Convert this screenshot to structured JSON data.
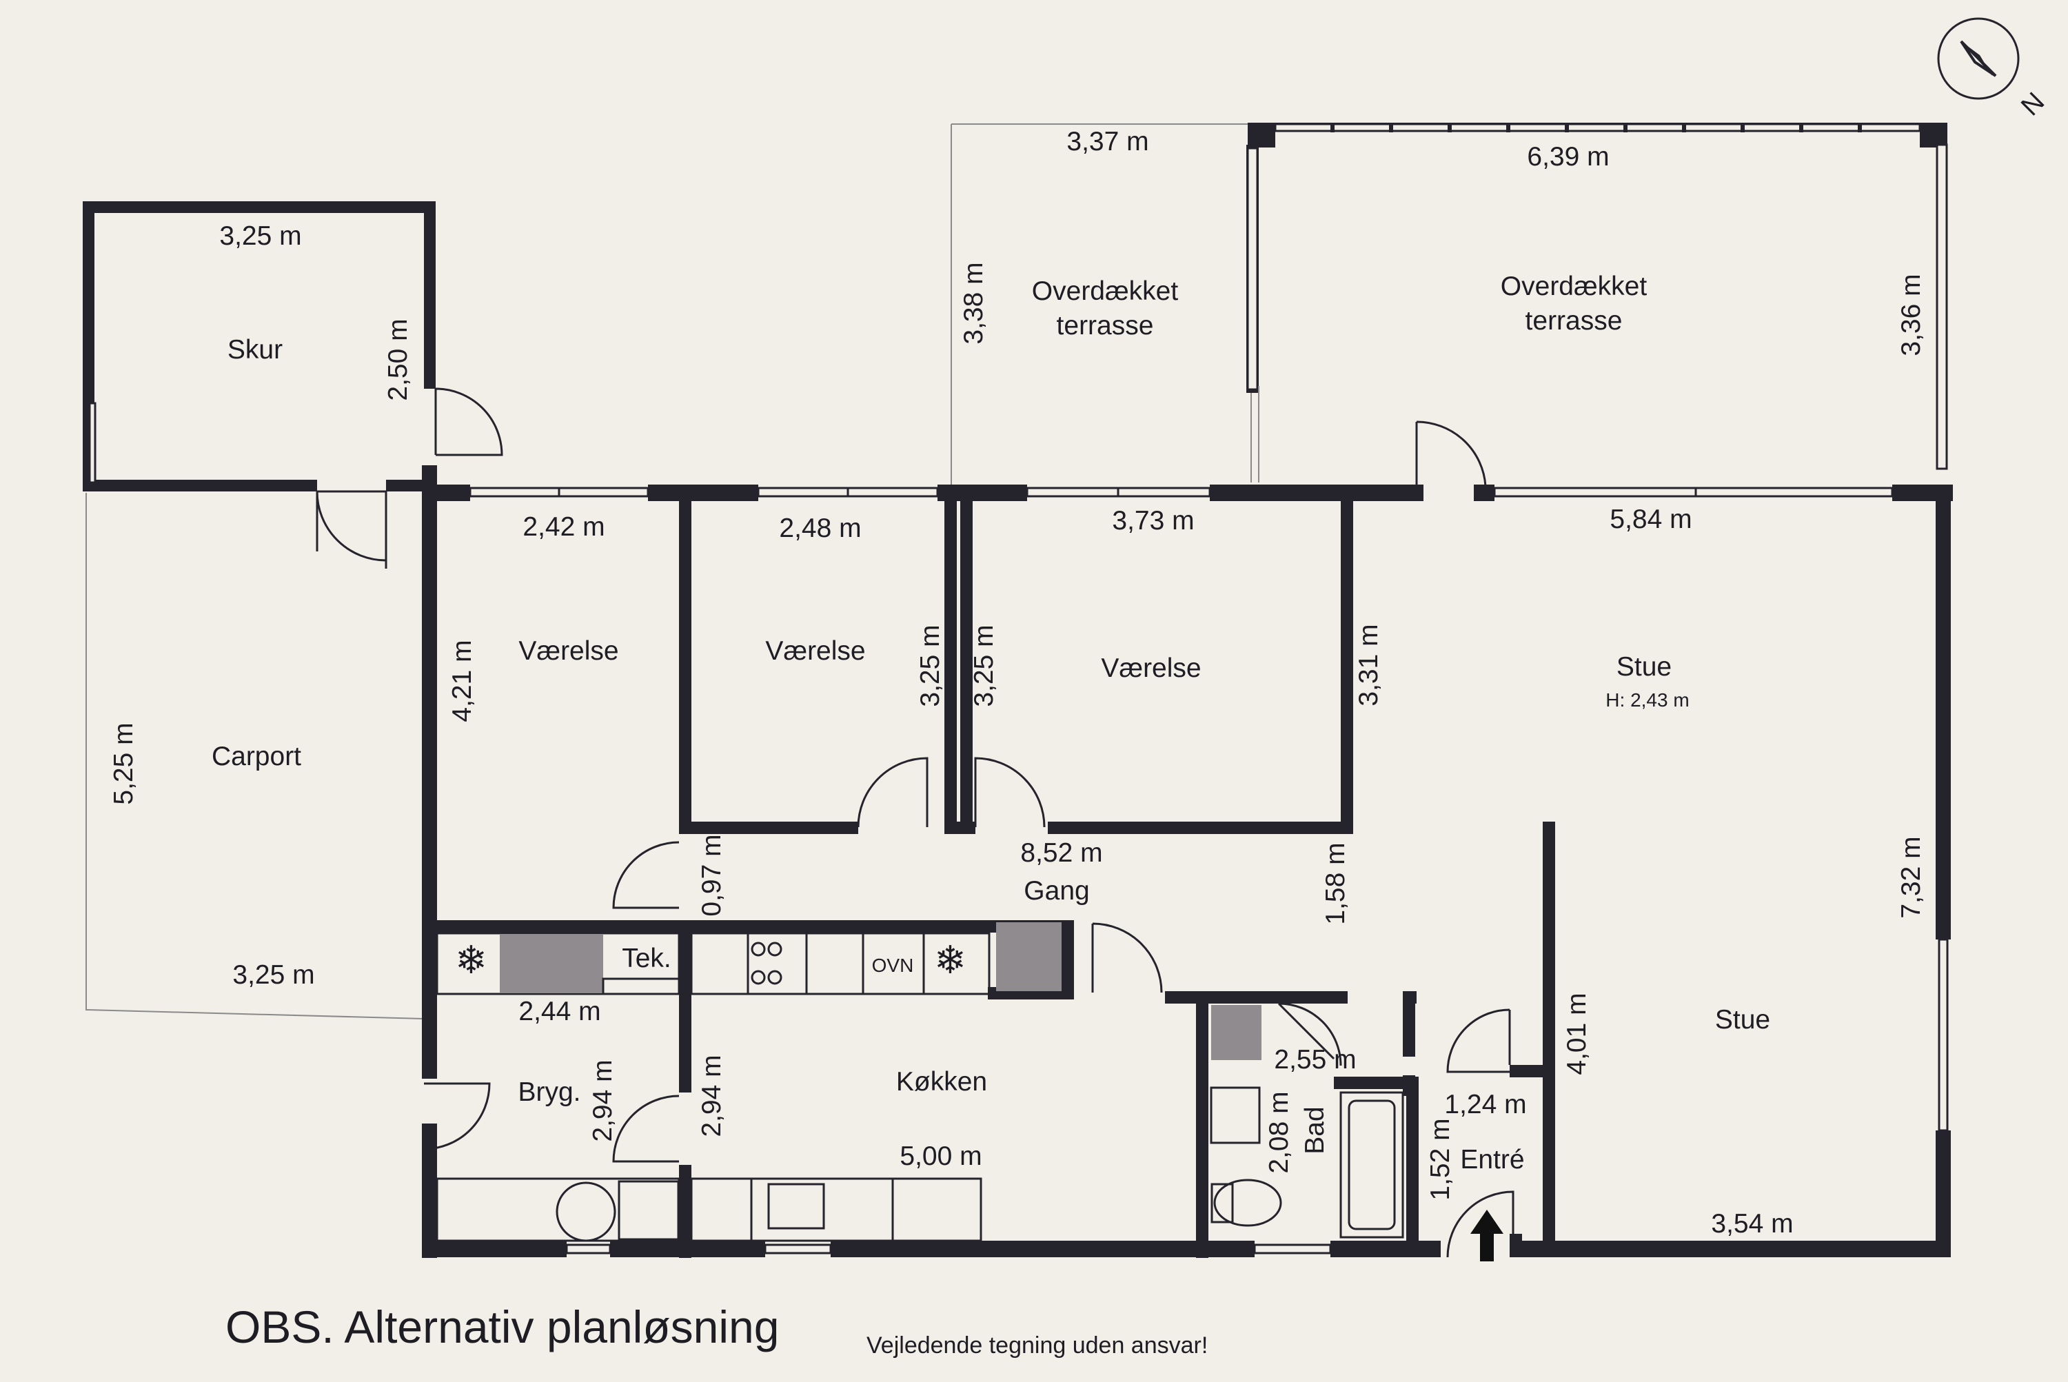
{
  "rooms": {
    "skur": "Skur",
    "carport": "Carport",
    "vaerelse_1": "Værelse",
    "vaerelse_2": "Værelse",
    "vaerelse_3": "Værelse",
    "terrasse_left_line1": "Overdækket",
    "terrasse_left_line2": "terrasse",
    "terrasse_right_line1": "Overdækket",
    "terrasse_right_line2": "terrasse",
    "stue_upper": "Stue",
    "stue_height": "H: 2,43 m",
    "stue_lower": "Stue",
    "gang": "Gang",
    "tek": "Tek.",
    "ovn": "OVN",
    "koekken": "Køkken",
    "bryg": "Bryg.",
    "bad": "Bad",
    "entre": "Entré"
  },
  "dimensions": {
    "skur_width": "3,25 m",
    "skur_depth": "2,50 m",
    "carport_depth": "5,25 m",
    "carport_width": "3,25 m",
    "terrasse_left_width": "3,37 m",
    "terrasse_left_depth": "3,38 m",
    "terrasse_right_width": "6,39 m",
    "terrasse_right_depth": "3,36 m",
    "vaerelse1_width": "2,42 m",
    "vaerelse1_depth": "4,21 m",
    "vaerelse2_width": "2,48 m",
    "vaerelse2_depth": "3,25 m",
    "vaerelse3_width": "3,73 m",
    "vaerelse3_depth_left": "3,25 m",
    "vaerelse3_depth_right": "3,31 m",
    "stue_width_top": "5,84 m",
    "stue_depth": "7,32 m",
    "stue_lower_depth": "4,01 m",
    "stue_width_bottom": "3,54 m",
    "gang_length": "8,52 m",
    "gang_depth_left": "0,97 m",
    "gang_depth_right": "1,58 m",
    "bryg_width": "2,44 m",
    "bryg_depth": "2,94 m",
    "koekken_depth": "2,94 m",
    "koekken_width": "5,00 m",
    "bad_width": "2,55 m",
    "bad_depth": "2,08 m",
    "entre_width": "1,24 m",
    "entre_depth": "1,52 m"
  },
  "compass": {
    "label": "N"
  },
  "footer": {
    "title": "OBS. Alternativ planløsning",
    "disclaimer": "Vejledende tegning uden ansvar!"
  },
  "colors": {
    "background": "#f1efe8",
    "wall": "#25232b",
    "fixture_gray": "#8f8b8f"
  }
}
